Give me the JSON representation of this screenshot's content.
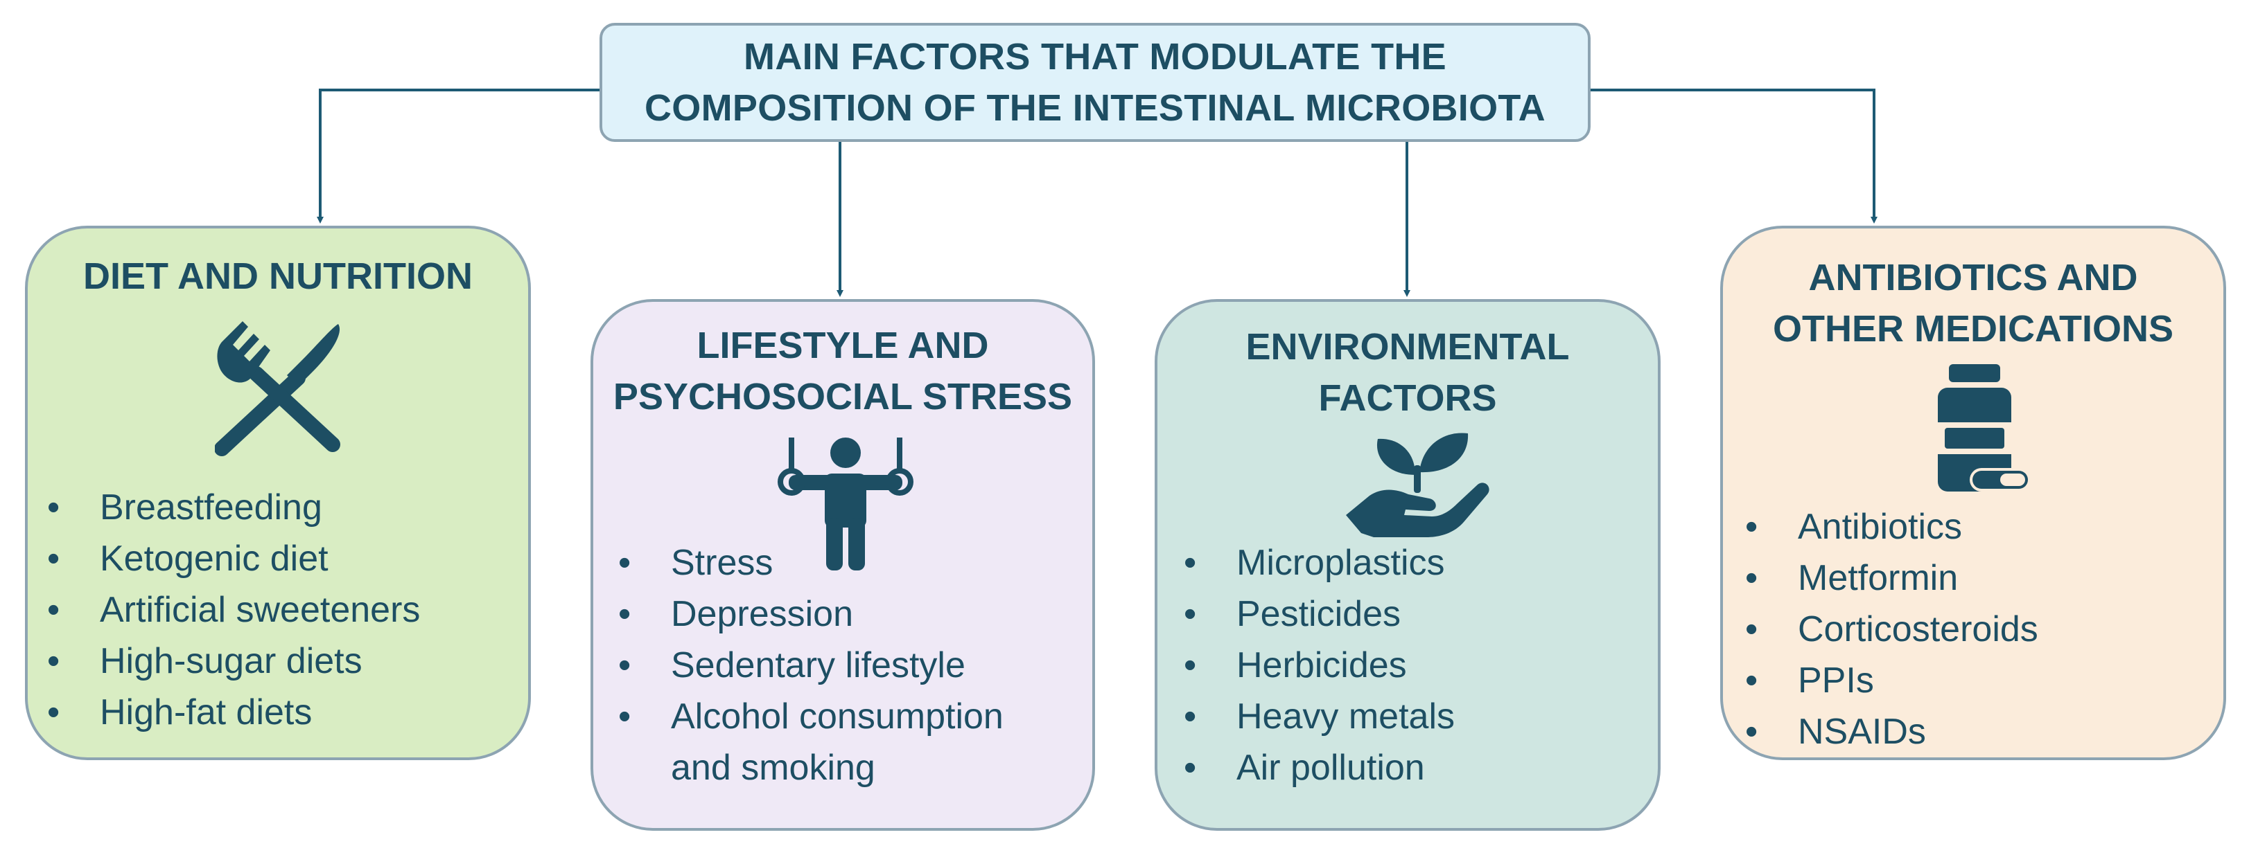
{
  "title": {
    "line1": "MAIN FACTORS THAT MODULATE THE",
    "line2": "COMPOSITION OF THE INTESTINAL MICROBIOTA"
  },
  "colors": {
    "text": "#1d4e63",
    "connector": "#1d5a74",
    "title_fill": "#dff2fa",
    "diet_fill": "#d9edc3",
    "lifestyle_fill": "#efe9f6",
    "environment_fill": "#cfe6e1",
    "medications_fill": "#fbecdb",
    "border": "#8da4b2"
  },
  "cards": {
    "diet": {
      "title_lines": [
        "DIET AND NUTRITION"
      ],
      "icon": "fork-knife-icon",
      "items": [
        "Breastfeeding",
        "Ketogenic diet",
        "Artificial sweeteners",
        "High-sugar diets",
        "High-fat diets"
      ]
    },
    "lifestyle": {
      "title_lines": [
        "LIFESTYLE AND",
        "PSYCHOSOCIAL STRESS"
      ],
      "icon": "exercise-rings-icon",
      "items": [
        "Stress",
        "Depression",
        "Sedentary lifestyle",
        "Alcohol consumption",
        "and smoking"
      ]
    },
    "environment": {
      "title_lines": [
        "ENVIRONMENTAL",
        "FACTORS"
      ],
      "icon": "plant-in-hand-icon",
      "items": [
        "Microplastics",
        "Pesticides",
        "Herbicides",
        "Heavy metals",
        "Air pollution"
      ]
    },
    "medications": {
      "title_lines": [
        "ANTIBIOTICS AND",
        "OTHER MEDICATIONS"
      ],
      "icon": "medicine-bottle-icon",
      "items": [
        "Antibiotics",
        "Metformin",
        "Corticosteroids",
        "PPIs",
        "NSAIDs"
      ]
    }
  }
}
